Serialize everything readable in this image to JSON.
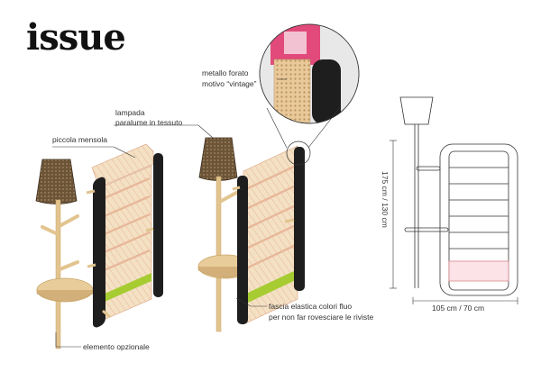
{
  "brand": {
    "logo_text": "issue"
  },
  "annotations": {
    "lamp": "lampada",
    "lampshade": "paralume in tessuto",
    "shelf": "piccola mensola",
    "perforated_metal_1": "metallo forato",
    "perforated_metal_2": "motivo “vintage”",
    "elastic_band": "fascia elastica colori fluo",
    "elastic_band_purpose": "per non far rovesciare le riviste",
    "optional_element": "elemento opzionale"
  },
  "dimensions": {
    "height": "175 cm / 130 cm",
    "width": "105 cm / 70 cm"
  },
  "colors": {
    "wood": "#e2c48f",
    "wood_dark": "#c9a56a",
    "panel_black": "#1e1e1e",
    "elastic_green": "#a6cc32",
    "shade_brown": "#5a4630",
    "line": "#333333"
  }
}
